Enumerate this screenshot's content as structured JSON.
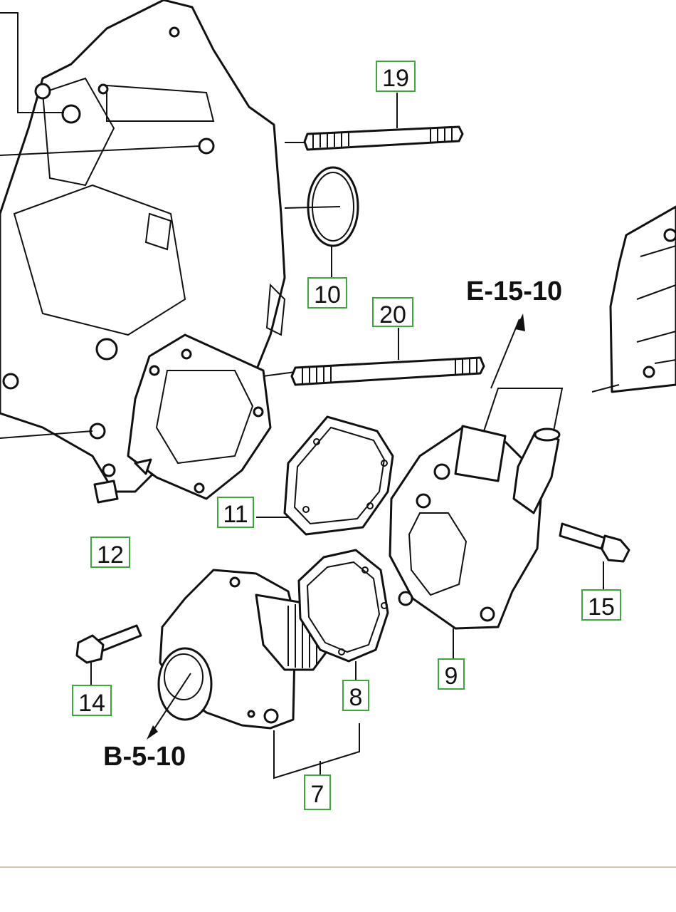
{
  "callouts": [
    {
      "id": "19",
      "label": "19"
    },
    {
      "id": "10",
      "label": "10"
    },
    {
      "id": "20",
      "label": "20"
    },
    {
      "id": "11",
      "label": "11"
    },
    {
      "id": "12",
      "label": "12"
    },
    {
      "id": "15",
      "label": "15"
    },
    {
      "id": "9",
      "label": "9"
    },
    {
      "id": "8",
      "label": "8"
    },
    {
      "id": "14",
      "label": "14"
    },
    {
      "id": "7",
      "label": "7"
    }
  ],
  "references": {
    "upper": "E-15-10",
    "lower": "B-5-10"
  },
  "colors": {
    "callout_border": "#3aa83a",
    "line_art": "#111111",
    "footer_rule": "#cfc6b0"
  }
}
